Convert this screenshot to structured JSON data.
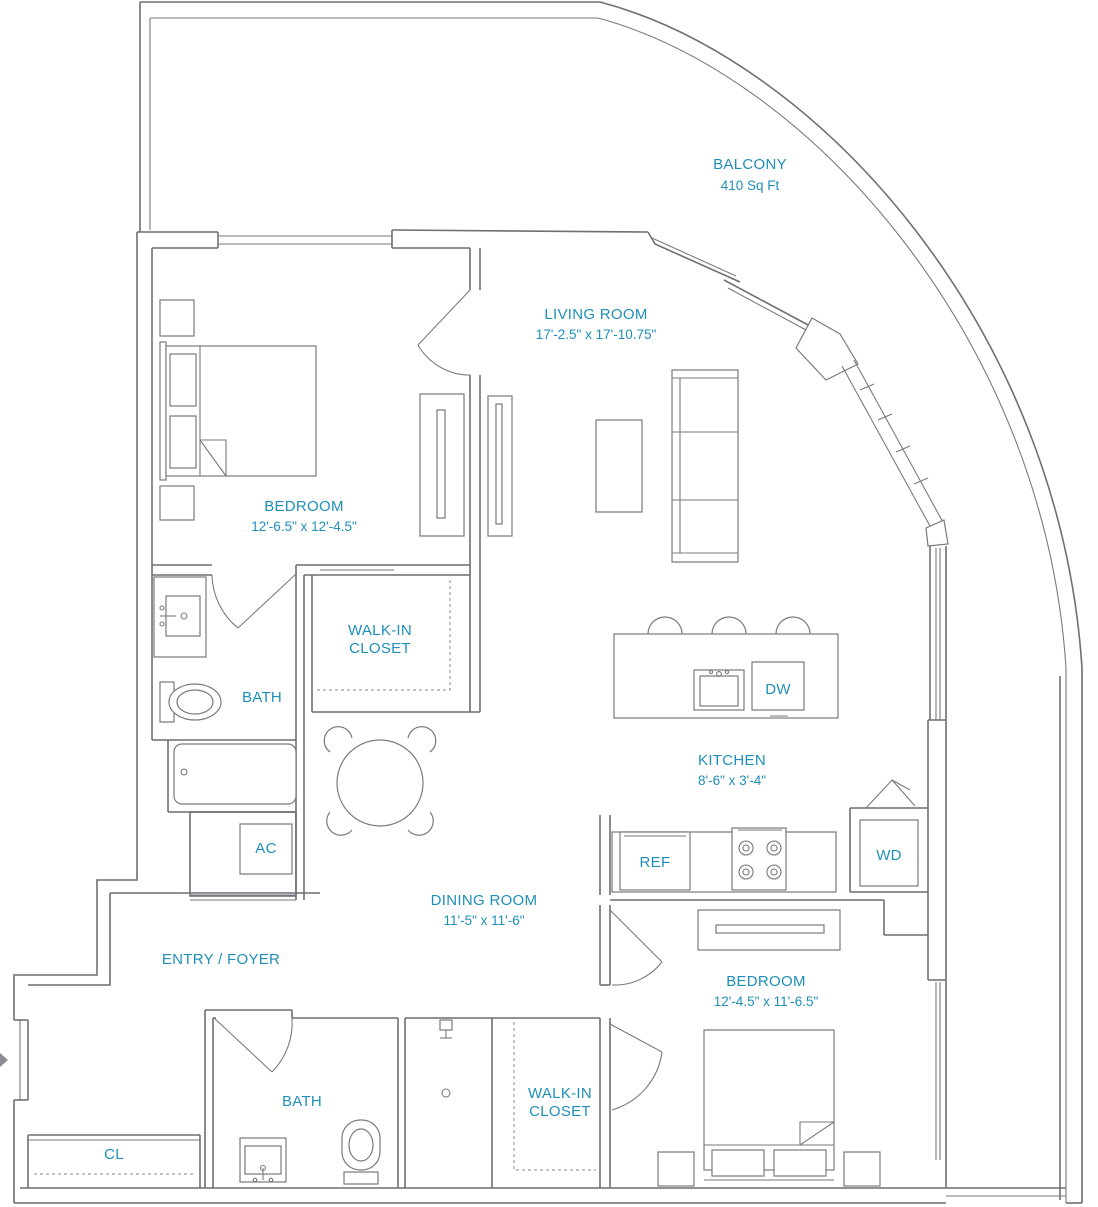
{
  "rooms": {
    "balcony": {
      "name": "BALCONY",
      "size": "410 Sq Ft"
    },
    "living_room": {
      "name": "LIVING ROOM",
      "size": "17'-2.5\" x 17'-10.75\""
    },
    "bedroom_1": {
      "name": "BEDROOM",
      "size": "12'-6.5\" x 12'-4.5\""
    },
    "walkin_closet_1": {
      "name_line1": "WALK-IN",
      "name_line2": "CLOSET"
    },
    "bath_1": {
      "name": "BATH"
    },
    "kitchen": {
      "name": "KITCHEN",
      "size": "8'-6\" x 3'-4\""
    },
    "dining_room": {
      "name": "DINING ROOM",
      "size": "11'-5\" x 11'-6\""
    },
    "entry_foyer": {
      "name": "ENTRY / FOYER"
    },
    "bedroom_2": {
      "name": "BEDROOM",
      "size": "12'-4.5\" x 11'-6.5\""
    },
    "bath_2": {
      "name": "BATH"
    },
    "walkin_closet_2": {
      "name_line1": "WALK-IN",
      "name_line2": "CLOSET"
    },
    "closet": {
      "name": "CL"
    }
  },
  "appliances": {
    "dishwasher": "DW",
    "refrigerator": "REF",
    "washer_dryer": "WD",
    "air_conditioner": "AC"
  },
  "colors": {
    "label": "#1f8fb8",
    "line": "#6f6f74"
  }
}
